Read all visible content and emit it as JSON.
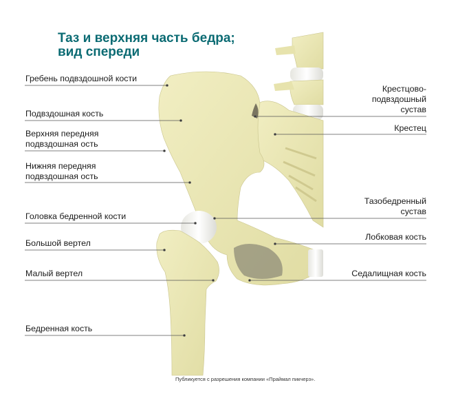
{
  "title": {
    "line1": "Таз и верхняя часть бедра;",
    "line2": "вид спереди"
  },
  "colors": {
    "title": "#0b6b73",
    "bone": "#ede9b6",
    "bone_shade": "#d8d49a",
    "cartilage": "#f2f2ee",
    "leader_line": "#555555",
    "text": "#1a1a1a"
  },
  "labels_left": [
    {
      "id": "iliac-crest",
      "lines": [
        "Гребень подвздошной кости"
      ]
    },
    {
      "id": "ilium",
      "lines": [
        "Подвздошная кость"
      ]
    },
    {
      "id": "asis",
      "lines": [
        "Верхняя передняя",
        "подвздошная ость"
      ]
    },
    {
      "id": "aiis",
      "lines": [
        "Нижняя передняя",
        "подвздошная ость"
      ]
    },
    {
      "id": "femoral-head",
      "lines": [
        "Головка бедренной кости"
      ]
    },
    {
      "id": "greater-trochanter",
      "lines": [
        "Большой вертел"
      ]
    },
    {
      "id": "lesser-trochanter",
      "lines": [
        "Малый вертел"
      ]
    },
    {
      "id": "femur",
      "lines": [
        "Бедренная кость"
      ]
    }
  ],
  "labels_right": [
    {
      "id": "sacroiliac-joint",
      "lines": [
        "Крестцово-",
        "подвздошный",
        "сустав"
      ]
    },
    {
      "id": "sacrum",
      "lines": [
        "Крестец"
      ]
    },
    {
      "id": "hip-joint",
      "lines": [
        "Тазобедренный",
        "сустав"
      ]
    },
    {
      "id": "pubis",
      "lines": [
        "Лобковая кость"
      ]
    },
    {
      "id": "ischium",
      "lines": [
        "Седалищная кость"
      ]
    }
  ],
  "credit": "Публикуется с разрешения компании «Праймал пикчерз»."
}
